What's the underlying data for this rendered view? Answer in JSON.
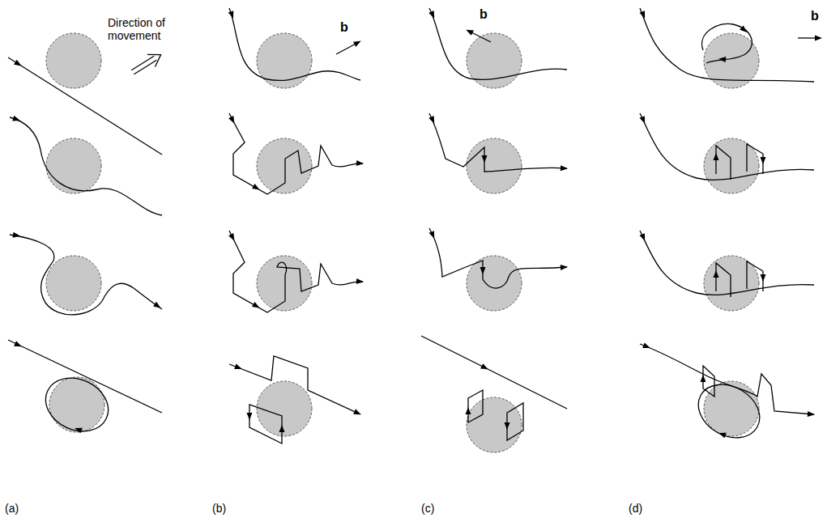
{
  "diagram": {
    "labels": [
      "Direction of movement",
      "b",
      "b",
      "b",
      "(a)",
      "(b)",
      "(c)",
      "(d)"
    ]
  }
}
